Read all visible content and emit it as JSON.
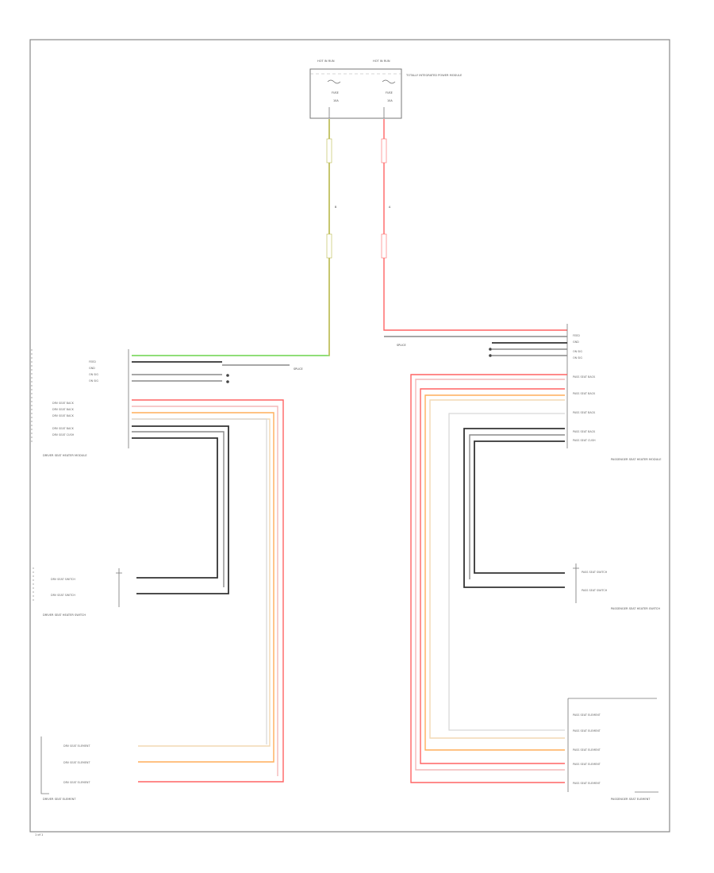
{
  "diagram": {
    "fuse_block": {
      "heading_left": "HOT IN RUN",
      "heading_right": "HOT IN RUN",
      "fuse_left": "FUSE",
      "fuse_left_amp": "10A",
      "fuse_right": "FUSE",
      "fuse_right_amp": "10A",
      "side_label": "TOTALLY INTEGRATED POWER MODULE"
    },
    "wires": {
      "left_feed_code": "B",
      "right_feed_code": "A"
    },
    "driver_module": {
      "name": "DRIVER SEAT HEATER MODULE",
      "pins": [
        "FEED",
        "GND",
        "ON SIG",
        "ON SIG",
        "DRV SEAT BACK",
        "DRV SEAT BACK",
        "DRV SEAT BACK",
        "DRV SEAT BACK",
        "DRV SEAT CUSH"
      ]
    },
    "driver_switch": {
      "name": "DRIVER SEAT HEATER SWITCH",
      "pins": [
        "DRV SEAT SWITCH",
        "DRV SEAT SWITCH"
      ]
    },
    "driver_element": {
      "name": "DRIVER SEAT ELEMENT",
      "pins": [
        "DRV SEAT ELEMENT",
        "DRV SEAT ELEMENT",
        "DRV SEAT ELEMENT"
      ]
    },
    "passenger_module": {
      "name": "PASSENGER SEAT HEATER MODULE",
      "pins": [
        "FEED",
        "GND",
        "ON SIG",
        "ON SIG",
        "PASS SEAT BACK",
        "PASS SEAT BACK",
        "PASS SEAT BACK",
        "PASS SEAT BACK",
        "PASS SEAT CUSH"
      ]
    },
    "passenger_switch": {
      "name": "PASSENGER SEAT HEATER SWITCH",
      "pins": [
        "PASS SEAT SWITCH",
        "PASS SEAT SWITCH"
      ]
    },
    "passenger_element": {
      "name": "PASSENGER SEAT ELEMENT",
      "pins": [
        "PASS SEAT ELEMENT",
        "PASS SEAT ELEMENT",
        "PASS SEAT ELEMENT",
        "PASS SEAT ELEMENT",
        "PASS SEAT ELEMENT"
      ]
    },
    "notes": {
      "left_splice": "SPLICE",
      "right_splice": "SPLICE"
    },
    "page_number": "1 of 1"
  }
}
